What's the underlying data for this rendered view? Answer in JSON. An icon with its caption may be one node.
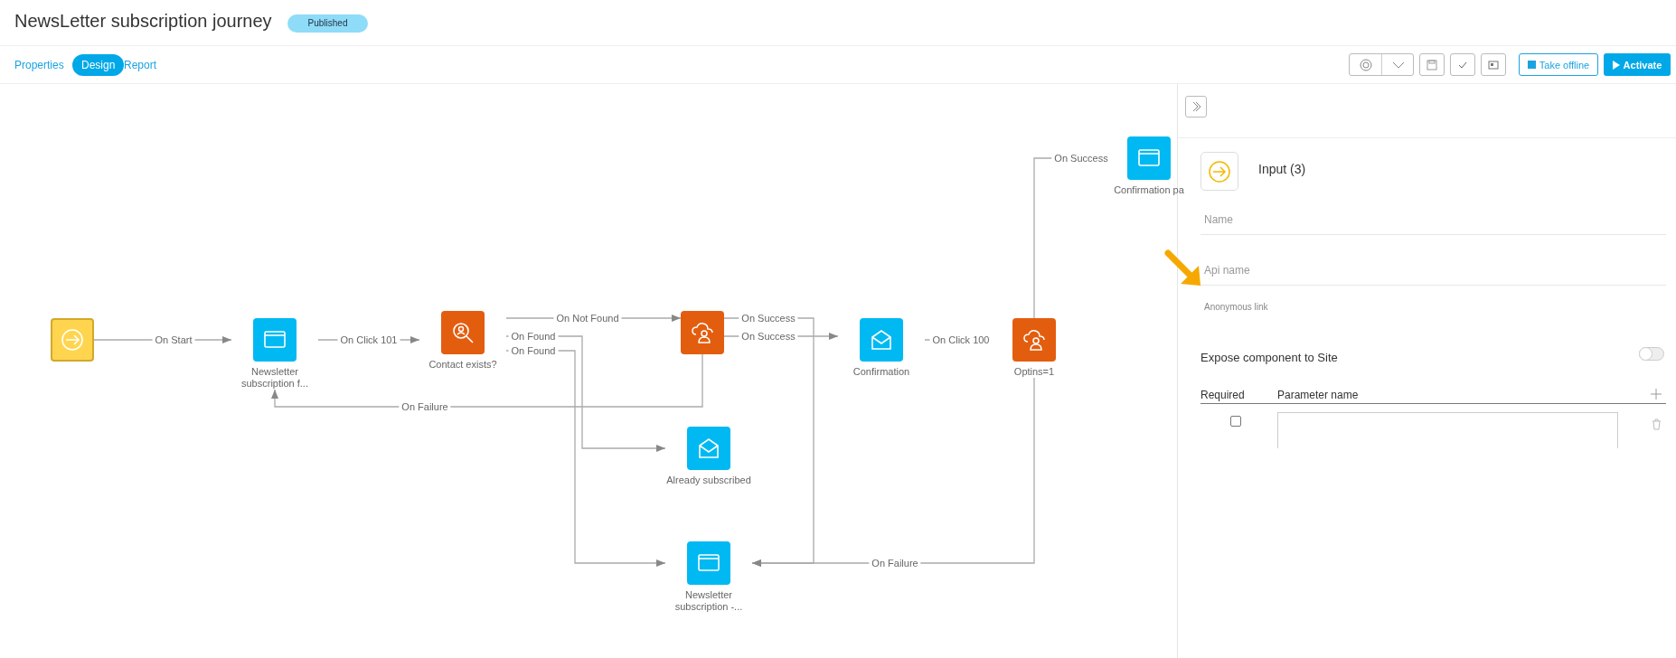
{
  "diagram": {
    "title": "NewsLetter subscription journey",
    "nodes": [
      {
        "text": [],
        "shape": "box"
      },
      {
        "text": [
          "Newsletter subscription f..."
        ]
      },
      {
        "text": [
          "Contact exists?"
        ]
      },
      {
        "text": [],
        "shape": "box"
      },
      {
        "text": [
          "Already subscribed"
        ]
      },
      {
        "text": [
          "Newsletter subscription -..."
        ]
      },
      {
        "text": [
          "Confirmation"
        ]
      },
      {
        "text": [
          "Optins=1"
        ]
      },
      {
        "text": [
          "Confirmation pa"
        ]
      }
    ],
    "edges": [
      {
        "from": 0,
        "to": 1,
        "arrow": "to",
        "label": "On Start"
      },
      {
        "from": 1,
        "to": 2,
        "arrow": "to",
        "label": "On Click 101"
      },
      {
        "from": 2,
        "to": 3,
        "arrow": "to",
        "label": "On Not Found"
      },
      {
        "from": 2,
        "to": 4,
        "arrow": "to",
        "label": "On Found"
      },
      {
        "from": 2,
        "to": 5,
        "arrow": "to",
        "label": "On Found"
      },
      {
        "from": 3,
        "to": 5,
        "arrow": "to",
        "label": "On Success"
      },
      {
        "from": 3,
        "to": 6,
        "arrow": "to",
        "label": "On Success"
      },
      {
        "from": 3,
        "to": 1,
        "arrow": "to",
        "label": "On Failure"
      },
      {
        "from": 6,
        "to": 7,
        "arrow": "to",
        "label": "On Click 100"
      },
      {
        "from": 7,
        "to": 8,
        "arrow": "to",
        "label": "On Success"
      },
      {
        "from": 7,
        "to": 5,
        "arrow": "to",
        "label": "On Failure"
      }
    ],
    "labels": [
      "Published",
      "Properties",
      "Design",
      "Report",
      "Take offline",
      "Activate",
      "Input (3)",
      "Name",
      "Api name",
      "Anonymous link",
      "Expose component to Site",
      "Required",
      "Parameter name"
    ]
  }
}
